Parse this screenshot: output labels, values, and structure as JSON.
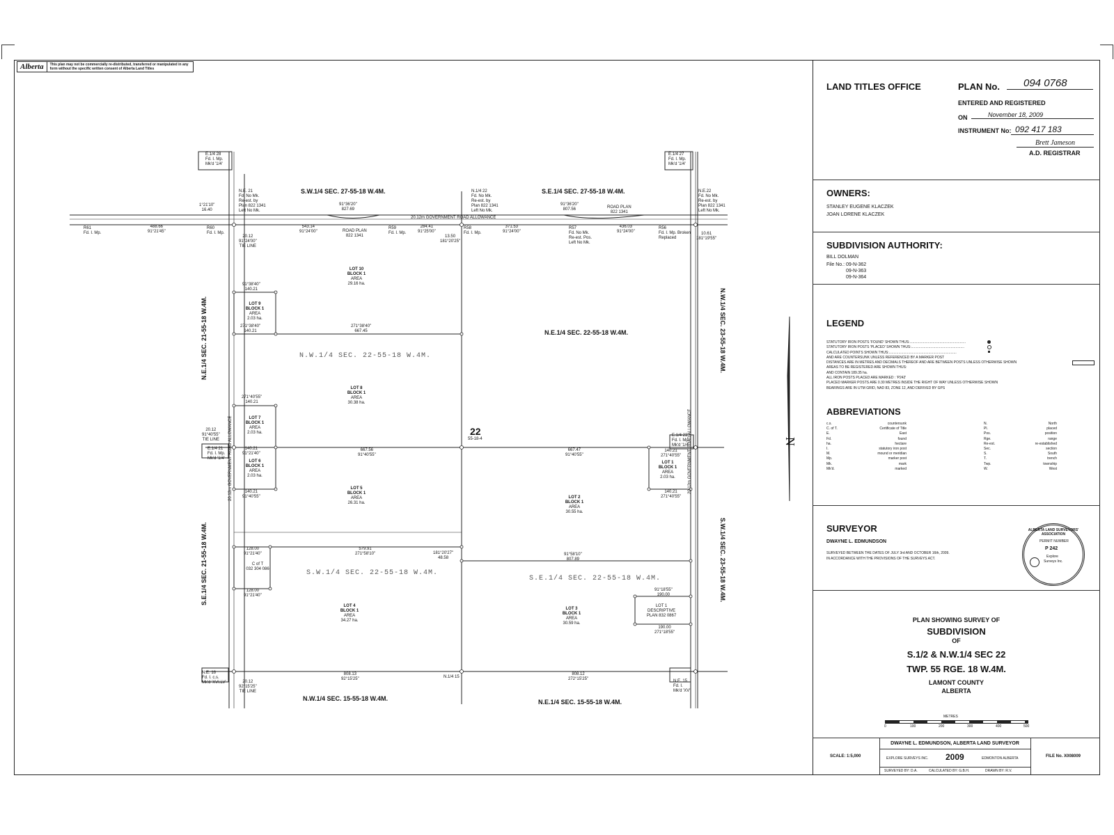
{
  "notice": {
    "logo": "Alberta",
    "text": "This plan may not be commercially re-distributed, transferred or manipulated in any form without the specific written consent of Alberta Land Titles"
  },
  "title_block": {
    "office": "LAND TITLES OFFICE",
    "plan_label": "PLAN No.",
    "plan_no": "094 0768",
    "entered": "ENTERED AND REGISTERED",
    "on_label": "ON",
    "on_date": "November 18, 2009",
    "instrument_label": "INSTRUMENT No:",
    "instrument_no": "092 417 183",
    "registrar_sig": "Brett Jameson",
    "registrar_title": "A.D. REGISTRAR"
  },
  "owners": {
    "heading": "OWNERS:",
    "names": [
      "STANLEY EUGENE KLACZEK",
      "JOAN LORENE KLACZEK"
    ]
  },
  "authority": {
    "heading": "SUBDIVISION AUTHORITY:",
    "name": "BILL DOLMAN",
    "file_label": "File No.:",
    "files": [
      "09-N-362",
      "09-N-363",
      "09-N-364"
    ]
  },
  "legend": {
    "heading": "LEGEND",
    "lines": [
      "STATUTORY IRON POSTS 'FOUND' SHOWN THUS:..........................................................",
      "STATUTORY IRON POSTS 'PLACED' SHOWN THUS:.......................................................",
      "CALCULATED POINTS SHOWN THUS:......................................................................",
      "AND ARE COUNTERSUNK UNLESS REFERENCED BY A MARKER POST",
      "DISTANCES ARE IN METRES AND DECIMALS THEREOF AND ARE BETWEEN POSTS UNLESS OTHERWISE SHOWN",
      "AREAS TO BE REGISTERED ARE SHOWN THUS:",
      "AND CONTAIN 189.35 ha.",
      "ALL IRON POSTS PLACED ARE MARKED : 'P242'",
      "PLACED MARKER POSTS ARE 0.30 METRES INSIDE THE RIGHT OF WAY UNLESS OTHERWISE SHOWN",
      "BEARINGS ARE IN UTM GRID, NAD 83, ZONE 12, AND DERIVED BY GPS"
    ]
  },
  "abbreviations": {
    "heading": "ABBREVIATIONS",
    "left": [
      [
        "c.s.",
        "countersunk"
      ],
      [
        "C. of T.",
        "Certificate of Title"
      ],
      [
        "E.",
        "East"
      ],
      [
        "Fd.",
        "found"
      ],
      [
        "ha.",
        "hectare"
      ],
      [
        "I.",
        "statutory iron post"
      ],
      [
        "M.",
        "mound or meridian"
      ],
      [
        "Mp.",
        "marker post"
      ],
      [
        "Mk.",
        "mark"
      ],
      [
        "Mk'd.",
        "marked"
      ]
    ],
    "right": [
      [
        "N.",
        "North"
      ],
      [
        "Pl.",
        "placed"
      ],
      [
        "Pos.",
        "position"
      ],
      [
        "Rge.",
        "range"
      ],
      [
        "Re-est.",
        "re-established"
      ],
      [
        "Sec.",
        "section"
      ],
      [
        "S.",
        "South"
      ],
      [
        "T.",
        "trench"
      ],
      [
        "Twp.",
        "township"
      ],
      [
        "W.",
        "West"
      ]
    ]
  },
  "surveyor": {
    "heading": "SURVEYOR",
    "name": "DWAYNE L. EDMUNDSON",
    "line1": "SURVEYED BETWEEN THE DATES OF JULY 3rd AND OCTOBER 16th, 2009.",
    "line2": "IN ACCORDANCE WITH THE PROVISIONS OF THE SURVEYS ACT.",
    "seal_top": "ALBERTA LAND SURVEYORS' ASSOCIATION",
    "seal_permit": "PERMIT NUMBER",
    "seal_no": "P 242",
    "seal_firm": "Explore",
    "seal_firm2": "Surveys Inc."
  },
  "plan_title": {
    "l1": "PLAN SHOWING SURVEY OF",
    "l2": "SUBDIVISION",
    "l3": "OF",
    "l4": "S.1/2 & N.W.1/4 SEC 22",
    "l5": "TWP. 55 RGE. 18 W.4M.",
    "l6": "LAMONT COUNTY",
    "l7": "ALBERTA",
    "scale_label": "METRES",
    "scale_ticks": [
      "0",
      "100",
      "200",
      "300",
      "400",
      "500"
    ]
  },
  "footer": {
    "scale": "SCALE: 1:5,000",
    "surveyor_line": "DWAYNE L. EDMUNDSON, ALBERTA LAND SURVEYOR",
    "firm": "EXPLORE SURVEYS INC.",
    "year": "2009",
    "city": "EDMONTON ALBERTA",
    "file_no": "FILE No. X008009",
    "surveyed_by": "SURVEYED BY: D.A.",
    "calculated_by": "CALCULATED BY: G.B.H.",
    "drawn_by": "DRAWN BY: R.V."
  },
  "map": {
    "sec_sw27": "S.W.1/4 SEC. 27-55-18 W.4M.",
    "sec_se27": "S.E.1/4 SEC. 27-55-18 W.4M.",
    "sec_ne21": "N.E.1/4 SEC. 21-55-18 W.4M.",
    "sec_se21": "S.E.1/4 SEC. 21-55-18 W.4M.",
    "sec_nw23": "N.W.1/4 SEC. 23-55-18 W.4M.",
    "sec_sw23": "S.W.1/4 SEC. 23-55-18 W.4M.",
    "sec_nw15": "N.W.1/4 SEC. 15-55-18 W.4M.",
    "sec_ne15": "N.E.1/4 SEC. 15-55-18 W.4M.",
    "sec_ne22": "N.E.1/4 SEC. 22-55-18 W.4M.",
    "q_nw22": "N.W.1/4 SEC. 22-55-18 W.4M.",
    "q_sw22": "S.W.1/4 SEC. 22-55-18 W.4M.",
    "q_se22": "S.E.1/4 SEC. 22-55-18 W.4M.",
    "sec_no": "22",
    "sec_sub": "55-18-4",
    "road_top": "20.12m  GOVERNMENT   ROAD  ALLOWANCE",
    "road_left": "20.12m GOVERNMENT ROAD ALLOWANCE",
    "road_right": "20.12m GOVERNMENT ROAD ALLOWANCE",
    "lot10": {
      "lot": "LOT 10",
      "block": "BLOCK 1",
      "area": "AREA",
      "ha": "29.16 ha."
    },
    "lot9": {
      "lot": "LOT 9",
      "block": "BLOCK 1",
      "area": "AREA",
      "ha": "2.03 ha."
    },
    "lot8": {
      "lot": "LOT 8",
      "block": "BLOCK 1",
      "area": "AREA",
      "ha": "30.38 ha."
    },
    "lot7": {
      "lot": "LOT 7",
      "block": "BLOCK 1",
      "area": "AREA",
      "ha": "2.03 ha."
    },
    "lot6": {
      "lot": "LOT 6",
      "block": "BLOCK 1",
      "area": "AREA",
      "ha": "2.03 ha."
    },
    "lot5": {
      "lot": "LOT 5",
      "block": "BLOCK 1",
      "area": "AREA",
      "ha": "26.31 ha."
    },
    "lot4": {
      "lot": "LOT 4",
      "block": "BLOCK 1",
      "area": "AREA",
      "ha": "34.27 ha."
    },
    "lot3": {
      "lot": "LOT 3",
      "block": "BLOCK 1",
      "area": "AREA",
      "ha": "30.59 ha."
    },
    "lot2": {
      "lot": "LOT 2",
      "block": "BLOCK 1",
      "area": "AREA",
      "ha": "30.55 ha."
    },
    "lot1": {
      "lot": "LOT 1",
      "block": "BLOCK 1",
      "area": "AREA",
      "ha": "2.03 ha."
    },
    "lot1d": {
      "lot": "LOT 1",
      "l2": "DESCRIPTIVE",
      "l3": "PLAN 832 0867"
    },
    "coft": {
      "l1": "C of T",
      "l2": "032 304 086"
    },
    "dims": {
      "d1": "543.14\n91°24'00\"",
      "d2": "284.41\n91°25'00\"",
      "d3": "371.53\n91°24'00\"",
      "d4": "436.03\n91°24'00\"",
      "d5": "91°36'20\"\n827.69",
      "d6": "91°36'20\"\n807.56",
      "d7": "488.66\n91°21'45\"",
      "d8": "91°38'40\"\n140.21",
      "d9": "271°38'40\"\n140.21",
      "d10": "271°38'40\"\n667.45",
      "d11": "271°40'55\"\n140.21",
      "d12": "140.21\n91°21'40\"",
      "d13": "667.56\n91°40'55\"",
      "d14": "667.47\n91°40'55\"",
      "d15": "140.21\n271°40'55\"",
      "d16": "140.21\n91°40'55\"",
      "d17": "140.21\n271°40'55\"",
      "d18": "128.00\n91°21'40\"",
      "d19": "579.91\n271°58'10\"",
      "d20": "181°20'27\"\n48.58",
      "d21": "91°58'10\"\n807.89",
      "d22": "128.00\n91°21'40\"",
      "d23": "91°18'55\"\n190.00",
      "d24": "190.00\n271°18'55\"",
      "d25": "808.13\n92°15'25\"",
      "d26": "808.12\n272°15'25\"",
      "tie1": "20.12\n91°24'00\"\nTIE LINE",
      "tie2": "20.12\n91°40'55\"\nTIE LINE",
      "tie3": "20.12\n92°15'25\"\nTIE LINE",
      "d27": "13.50\n181°20'25\"",
      "d28": "10.61\n181°19'55\"",
      "d29": "1°21'10\"\n16.40"
    },
    "mons": {
      "e14_28": "E.1/4 28\nFd. I. Mp.\nMk'd '1/4'",
      "e14_27": "E.1/4 27\nFd. I. Mp.\nMk'd '1/4'",
      "ne21": "N.E. 21\nFd. No Mk.\nRe-est. by\nPlan 822 1341\nLeft No Mk.",
      "n14_22": "N.1/4 22\nFd. No Mk.\nRe-est. by\nPlan 822 1341\nLeft No Mk.",
      "ne22": "N.E.22\nFd. No Mk.\nRe-est. by\nPlan 822 1341\nLeft No Mk.",
      "r61": "R61\nFd. I. Mp.",
      "r60": "R60\nFd. I. Mp.",
      "r59": "R59\nFd. I. Mp.",
      "r58": "R58\nFd. I. Mp.",
      "r57": "R57\nFd. No Mk.\nRe-est. Pos.\nLeft No Mk.",
      "r56": "R56\nFd. I. Mp. Broken\nReplaced",
      "e14_21": "E.1/4 21\nFd. I. Mp.\nMk'd '1/4'",
      "e14_23": "E.1/4 23\nFd. I. Mp.\nMk'd '1/4'",
      "ne16": "N.E. 16\nFd. I. c.s.\nMk'd 'XVI.LV'",
      "ne15": "N.E. 15\nFd. I.\nMk'd 'XV'",
      "n14_15": "N.1/4 15",
      "rp1": "ROAD PLAN\n822 1341",
      "rp2": "ROAD PLAN\n822 1341"
    }
  }
}
